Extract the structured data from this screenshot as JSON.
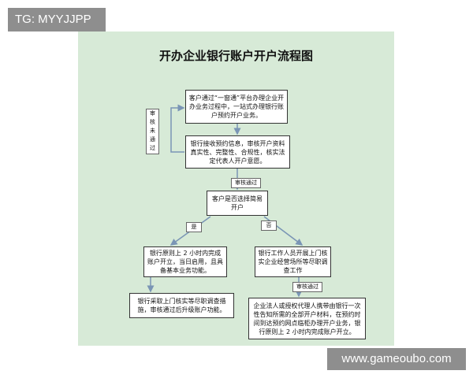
{
  "corner_tag": "TG: MYYJJPP",
  "watermark": "www.gameoubo.com",
  "diagram": {
    "title": "开办企业银行账户开户流程图",
    "nodes": {
      "n1": "客户通过“一窗通”平台办理企业开办业务过程中，一站式办理银行账户预约开户业务。",
      "n2": "银行接收预约信息，审核开户资料真实性、完整性、合规性，核实法定代表人开户意愿。",
      "n3": "客户是否选择简易开户",
      "n4": "银行原则上 2 小时内完成账户开立，当日启用，且具备基本业务功能。",
      "n5": "银行工作人员开展上门核实企业经营场所等尽职调查工作",
      "n6": "银行采取上门核实等尽职调查措施，审核通过后升级账户功能。",
      "n7": "企业法人或授权代理人携带由银行一次性告知所需的全部开户材料，在预约时间到达预约网点临柜办理开户业务，银行原则上 2 小时内完成账户开立。"
    },
    "edge_labels": {
      "not_approved": "审核未通过",
      "approved": "审核通过",
      "yes": "是",
      "no": "否",
      "approved_2": "审核通过"
    }
  }
}
